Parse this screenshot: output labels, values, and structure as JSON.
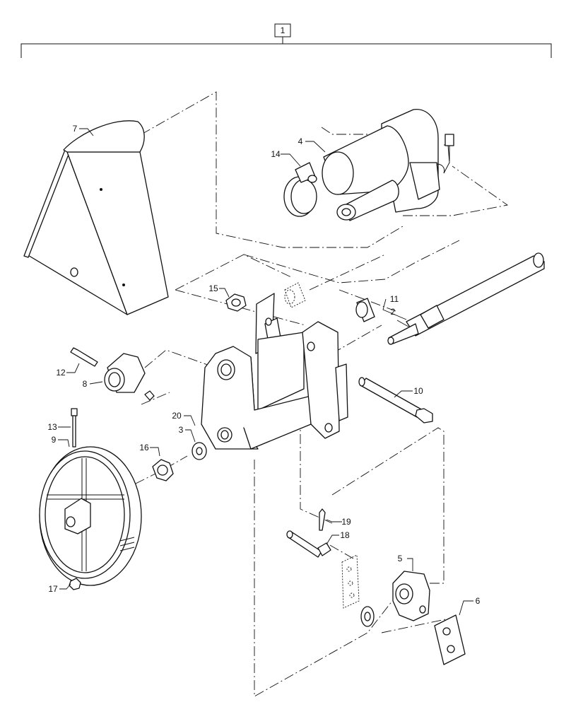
{
  "assembly": {
    "ref": "1"
  },
  "callouts": [
    {
      "id": "n1",
      "text": "1"
    },
    {
      "id": "n2",
      "text": "2"
    },
    {
      "id": "n3",
      "text": "3"
    },
    {
      "id": "n4",
      "text": "4"
    },
    {
      "id": "n5",
      "text": "5"
    },
    {
      "id": "n6",
      "text": "6"
    },
    {
      "id": "n7",
      "text": "7"
    },
    {
      "id": "n8",
      "text": "8"
    },
    {
      "id": "n9",
      "text": "9"
    },
    {
      "id": "n10",
      "text": "10"
    },
    {
      "id": "n11",
      "text": "11"
    },
    {
      "id": "n12",
      "text": "12"
    },
    {
      "id": "n13",
      "text": "13"
    },
    {
      "id": "n14",
      "text": "14"
    },
    {
      "id": "n15",
      "text": "15"
    },
    {
      "id": "n16",
      "text": "16"
    },
    {
      "id": "n17",
      "text": "17"
    },
    {
      "id": "n18",
      "text": "18"
    },
    {
      "id": "n19",
      "text": "19"
    },
    {
      "id": "n20",
      "text": "20"
    }
  ]
}
